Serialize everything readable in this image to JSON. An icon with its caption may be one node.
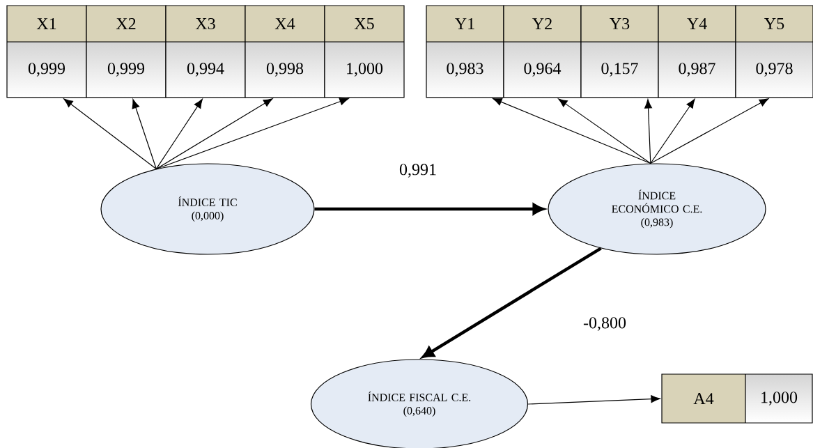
{
  "diagram": {
    "nodes": [
      {
        "text": [
          "X1",
          "0,999"
        ]
      },
      {
        "text": [
          "X2",
          "0,999"
        ]
      },
      {
        "text": [
          "X3",
          "0,994"
        ]
      },
      {
        "text": [
          "X4",
          "0,998"
        ]
      },
      {
        "text": [
          "X5",
          "1,000"
        ]
      },
      {
        "text": [
          "Y1",
          "0,983"
        ]
      },
      {
        "text": [
          "Y2",
          "0,964"
        ]
      },
      {
        "text": [
          "Y3",
          "0,157"
        ]
      },
      {
        "text": [
          "Y4",
          "0,987"
        ]
      },
      {
        "text": [
          "Y5",
          "0,978"
        ]
      },
      {
        "text": [
          "ÍNDICE TIC",
          "(0,000)"
        ]
      },
      {
        "text": [
          "ÍNDICE ECONÓMICO C.E.",
          "(0,983)"
        ]
      },
      {
        "text": [
          "ÍNDICE FISCAL C.E.",
          "(0,640)"
        ]
      },
      {
        "text": [
          "A4",
          "1,000"
        ]
      }
    ],
    "edges": [
      {
        "from": 10,
        "to": 0,
        "arrow": "to"
      },
      {
        "from": 10,
        "to": 1,
        "arrow": "to"
      },
      {
        "from": 10,
        "to": 2,
        "arrow": "to"
      },
      {
        "from": 10,
        "to": 3,
        "arrow": "to"
      },
      {
        "from": 10,
        "to": 4,
        "arrow": "to"
      },
      {
        "from": 11,
        "to": 5,
        "arrow": "to"
      },
      {
        "from": 11,
        "to": 6,
        "arrow": "to"
      },
      {
        "from": 11,
        "to": 7,
        "arrow": "to"
      },
      {
        "from": 11,
        "to": 8,
        "arrow": "to"
      },
      {
        "from": 11,
        "to": 9,
        "arrow": "to"
      },
      {
        "from": 10,
        "to": 11,
        "arrow": "to",
        "label": "0,991",
        "style": "thick"
      },
      {
        "from": 11,
        "to": 12,
        "arrow": "to",
        "label": "-0,800",
        "style": "thick"
      },
      {
        "from": 12,
        "to": 13,
        "arrow": "to"
      }
    ]
  }
}
